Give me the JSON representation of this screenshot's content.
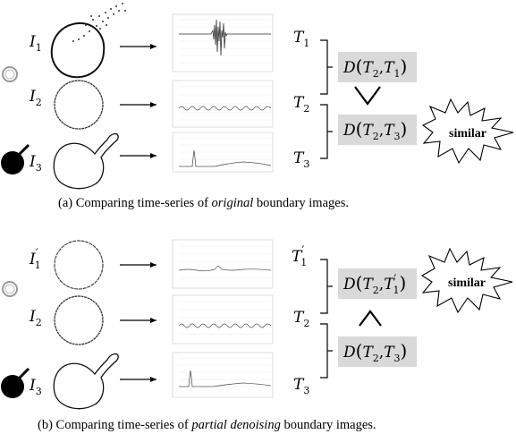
{
  "panel_a": {
    "rows": [
      {
        "image_label": "I",
        "image_sub": "1",
        "image_prime": "",
        "series_label": "T",
        "series_sub": "1",
        "series_prime": ""
      },
      {
        "image_label": "I",
        "image_sub": "2",
        "image_prime": "",
        "series_label": "T",
        "series_sub": "2",
        "series_prime": ""
      },
      {
        "image_label": "I",
        "image_sub": "3",
        "image_prime": "",
        "series_label": "T",
        "series_sub": "3",
        "series_prime": ""
      }
    ],
    "distance_top": {
      "prefix": "D(",
      "a": "T",
      "a_sub": "2",
      "sep": ",",
      "b": "T",
      "b_sub": "1",
      "b_prime": "",
      "suffix": ")"
    },
    "distance_bottom": {
      "prefix": "D(",
      "a": "T",
      "a_sub": "2",
      "sep": ",",
      "b": "T",
      "b_sub": "3",
      "b_prime": "",
      "suffix": ")"
    },
    "comparison": "greater-than (V shape)",
    "burst_label": "similar",
    "caption_prefix": "(a) Comparing time-series of ",
    "caption_emph": "original",
    "caption_suffix": " boundary images."
  },
  "panel_b": {
    "rows": [
      {
        "image_label": "I",
        "image_sub": "1",
        "image_prime": "′",
        "series_label": "T",
        "series_sub": "1",
        "series_prime": "′"
      },
      {
        "image_label": "I",
        "image_sub": "2",
        "image_prime": "",
        "series_label": "T",
        "series_sub": "2",
        "series_prime": ""
      },
      {
        "image_label": "I",
        "image_sub": "3",
        "image_prime": "",
        "series_label": "T",
        "series_sub": "3",
        "series_prime": ""
      }
    ],
    "distance_top": {
      "prefix": "D(",
      "a": "T",
      "a_sub": "2",
      "sep": ",",
      "b": "T",
      "b_sub": "1",
      "b_prime": "′",
      "suffix": ")"
    },
    "distance_bottom": {
      "prefix": "D(",
      "a": "T",
      "a_sub": "2",
      "sep": ",",
      "b": "T",
      "b_sub": "3",
      "b_prime": "",
      "suffix": ")"
    },
    "comparison": "less-than (caret shape)",
    "burst_label": "similar",
    "caption_prefix": "(b) Comparing time-series of ",
    "caption_emph": "partial denoising",
    "caption_suffix": " boundary images."
  },
  "colors": {
    "box_fill": "#d9d9d9",
    "series_line": "#666666",
    "grid_line": "#dddddd",
    "ink": "#000000"
  }
}
